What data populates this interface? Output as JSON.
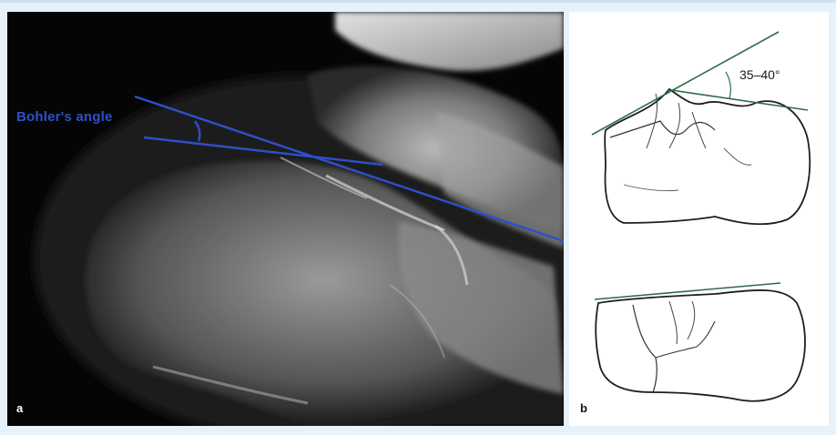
{
  "figure": {
    "panel_a": {
      "letter": "a",
      "annotation": "Bohler's angle",
      "line_color": "#2f4fc8"
    },
    "panel_b": {
      "letter": "b",
      "angle_text": "35–40°",
      "line_color": "#2e6b4a"
    }
  }
}
